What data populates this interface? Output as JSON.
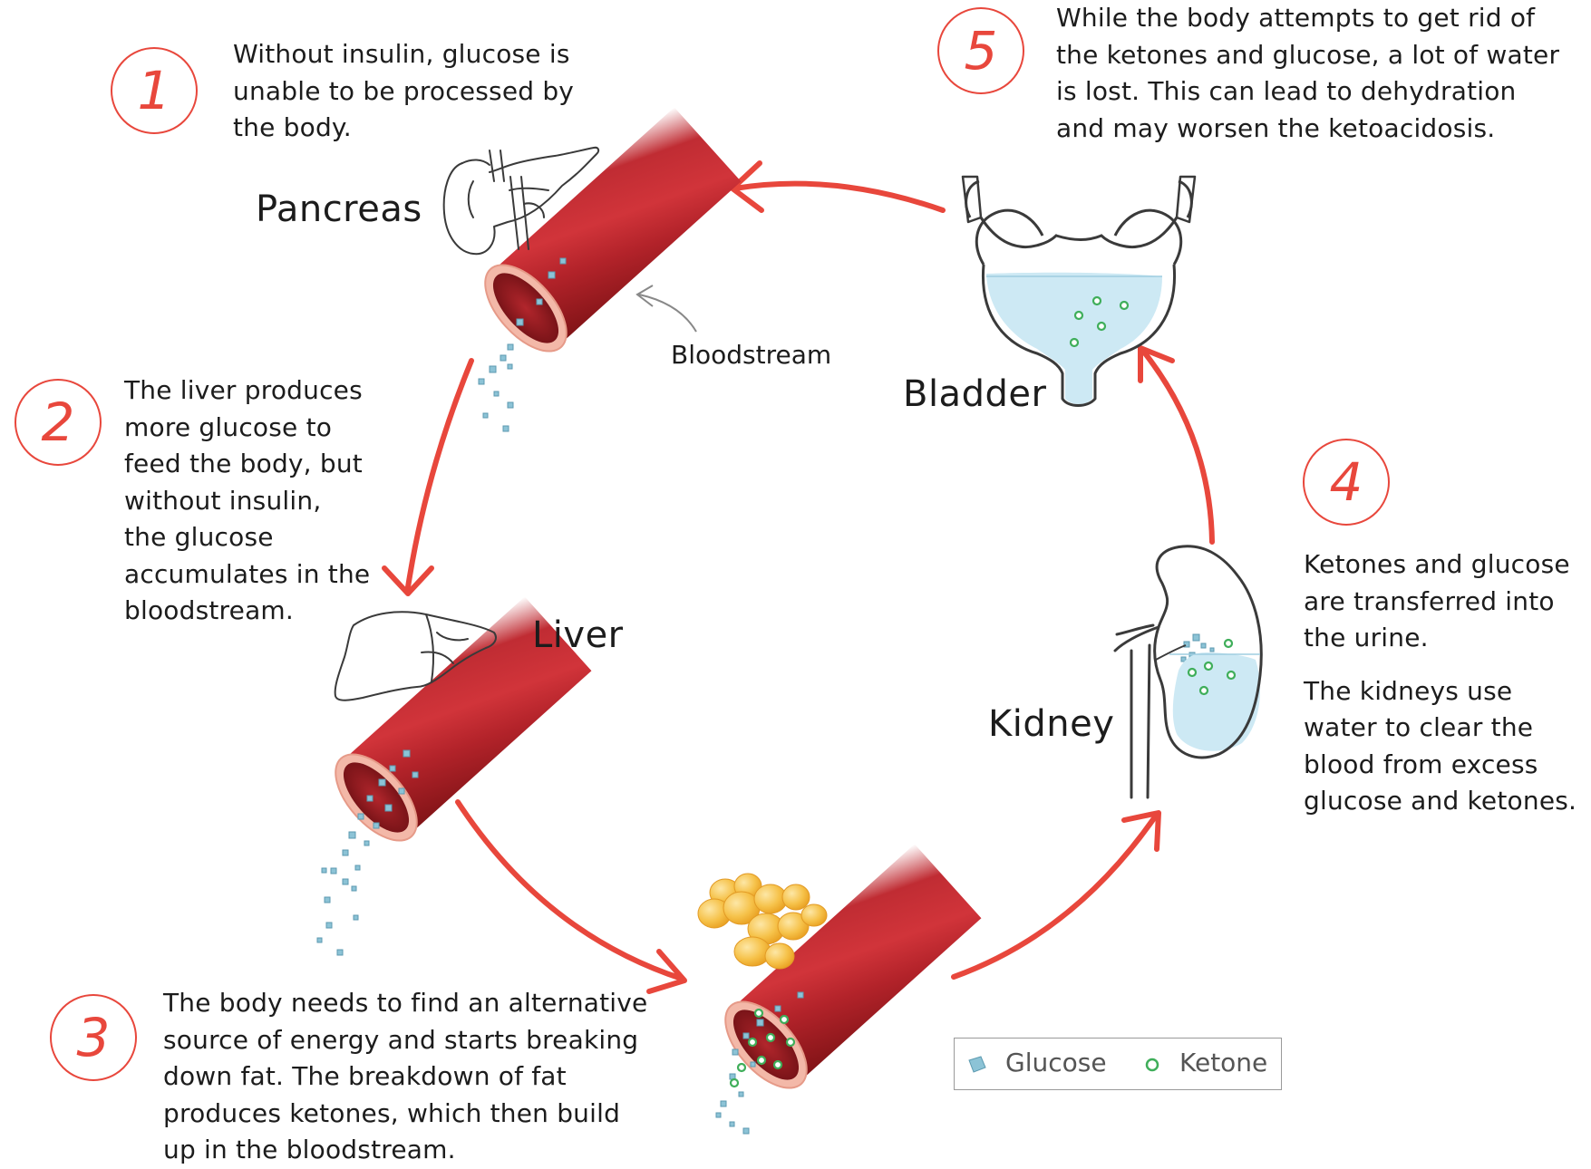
{
  "steps": [
    {
      "number": "1",
      "lines": [
        "Without insulin, glucose is",
        "unable to be processed by",
        "the body."
      ]
    },
    {
      "number": "2",
      "lines": [
        "The liver produces",
        "more glucose to",
        "feed the body, but",
        "without insulin,",
        "the glucose",
        "accumulates in the",
        "bloodstream."
      ]
    },
    {
      "number": "3",
      "lines": [
        "The body needs to find an alternative",
        "source of energy and starts breaking",
        "down fat. The breakdown of fat",
        "produces ketones, which then build",
        "up in the bloodstream."
      ]
    },
    {
      "number": "4",
      "paragraphs": [
        [
          "Ketones and glucose",
          "are transferred into",
          "the urine."
        ],
        [
          "The kidneys use",
          "water to clear the",
          "blood from excess",
          "glucose and ketones."
        ]
      ]
    },
    {
      "number": "5",
      "lines": [
        "While the body attempts to get rid of",
        "the ketones and glucose, a lot of water",
        "is lost. This can lead to dehydration",
        "and may worsen the ketoacidosis."
      ]
    }
  ],
  "organs": {
    "pancreas": "Pancreas",
    "liver": "Liver",
    "kidney": "Kidney",
    "bladder": "Bladder"
  },
  "bloodstream_label": "Bloodstream",
  "legend": {
    "glucose": "Glucose",
    "ketone": "Ketone"
  },
  "colors": {
    "accent_red": "#e8473c",
    "vessel_dark": "#8f1a1e",
    "vessel_mid": "#c0272d",
    "glucose": "#7fb4c8",
    "ketone": "#3fae5a",
    "fat": "#f5b93a",
    "water": "#cde9f4",
    "outline": "#3a3a3a"
  }
}
